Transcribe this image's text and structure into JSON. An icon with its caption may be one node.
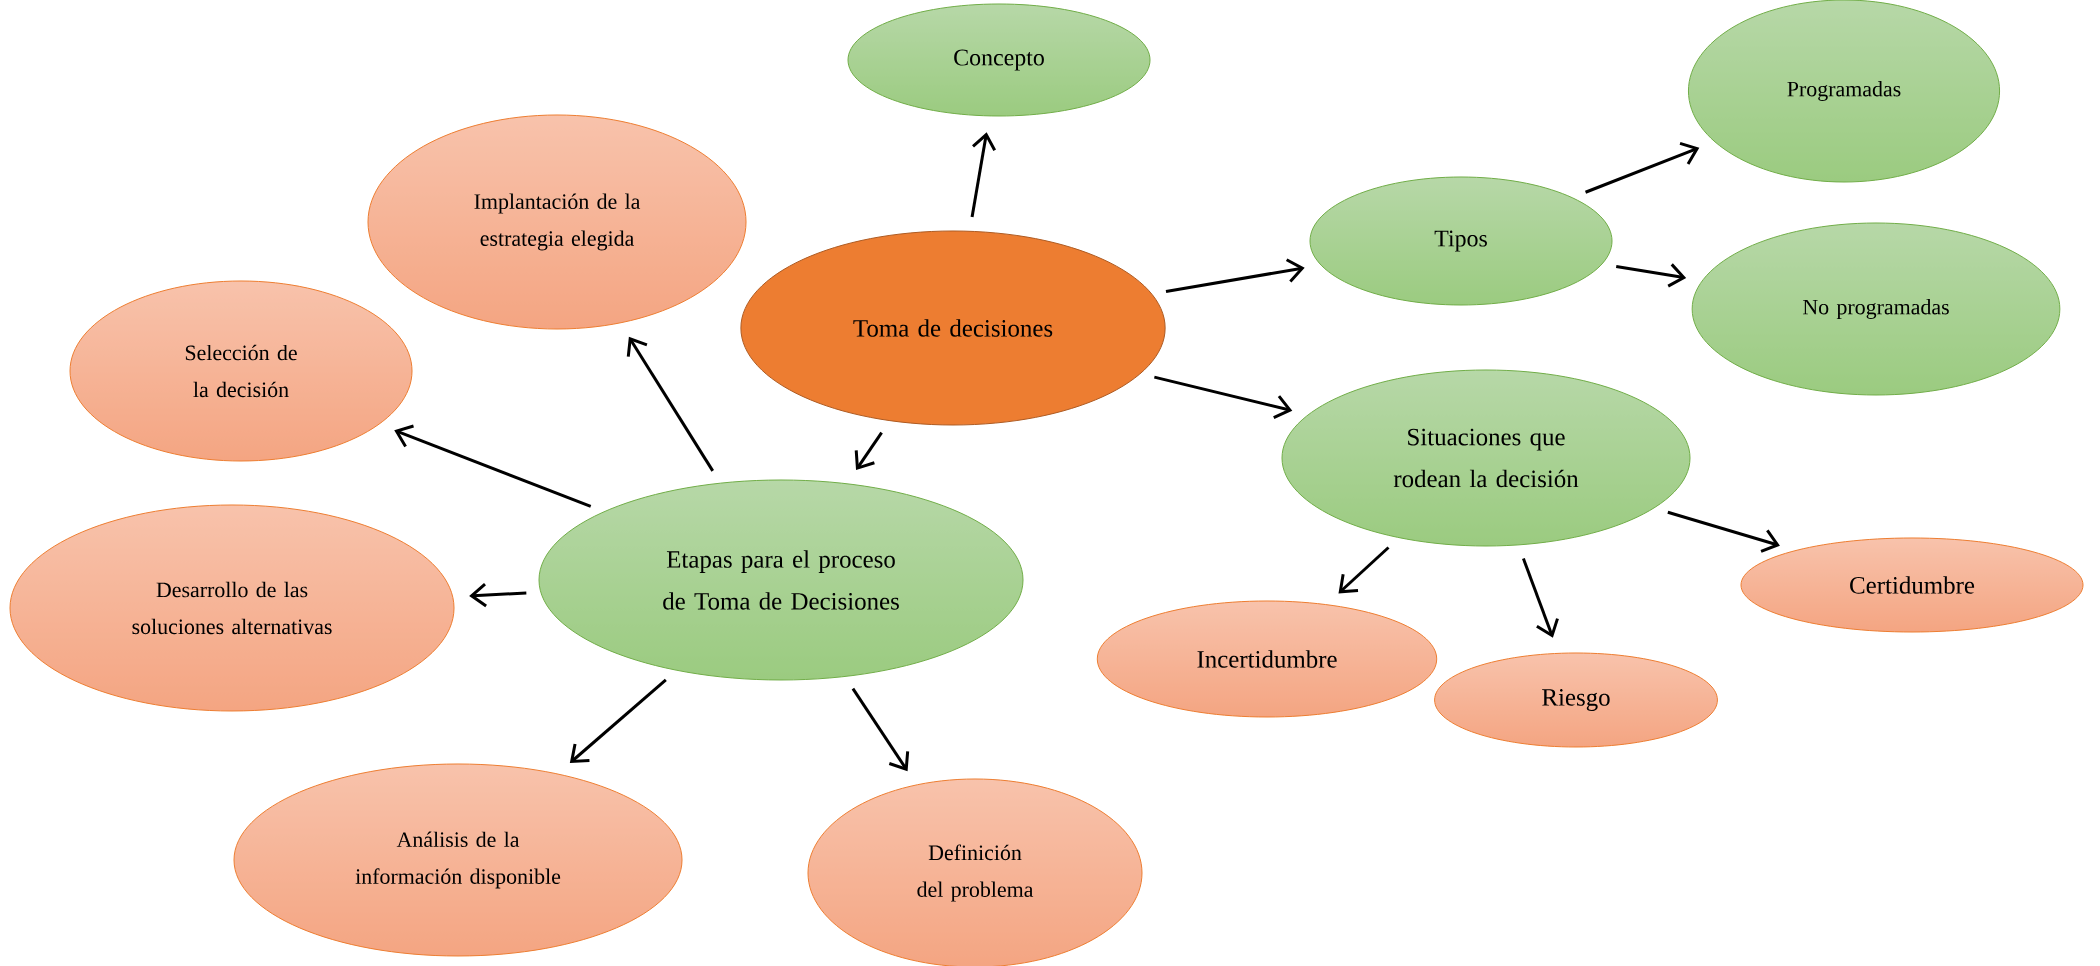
{
  "diagram": {
    "nodes": [
      {
        "text": [
          "Toma de decisiones"
        ]
      },
      {
        "text": [
          "Concepto"
        ]
      },
      {
        "text": [
          "Tipos"
        ]
      },
      {
        "text": [
          "Programadas"
        ]
      },
      {
        "text": [
          "No programadas"
        ]
      },
      {
        "text": [
          "Situaciones que rodean la decisión"
        ]
      },
      {
        "text": [
          "Incertidumbre"
        ]
      },
      {
        "text": [
          "Riesgo"
        ]
      },
      {
        "text": [
          "Certidumbre"
        ]
      },
      {
        "text": [
          "Etapas para el proceso de Toma de Decisiones"
        ]
      },
      {
        "text": [
          "Implantación de la estrategia elegida"
        ]
      },
      {
        "text": [
          "Selección de la decisión"
        ]
      },
      {
        "text": [
          "Desarrollo de las soluciones alternativas"
        ]
      },
      {
        "text": [
          "Análisis de la información disponible"
        ]
      },
      {
        "text": [
          "Definición del problema"
        ]
      }
    ],
    "edges": [
      {
        "from": 0,
        "to": 1,
        "arrow": "to"
      },
      {
        "from": 0,
        "to": 2,
        "arrow": "to"
      },
      {
        "from": 0,
        "to": 5,
        "arrow": "to"
      },
      {
        "from": 0,
        "to": 9,
        "arrow": "to"
      },
      {
        "from": 2,
        "to": 3,
        "arrow": "to"
      },
      {
        "from": 2,
        "to": 4,
        "arrow": "to"
      },
      {
        "from": 5,
        "to": 6,
        "arrow": "to"
      },
      {
        "from": 5,
        "to": 7,
        "arrow": "to"
      },
      {
        "from": 5,
        "to": 8,
        "arrow": "to"
      },
      {
        "from": 9,
        "to": 10,
        "arrow": "to"
      },
      {
        "from": 9,
        "to": 11,
        "arrow": "to"
      },
      {
        "from": 9,
        "to": 12,
        "arrow": "to"
      },
      {
        "from": 9,
        "to": 13,
        "arrow": "to"
      },
      {
        "from": 9,
        "to": 14,
        "arrow": "to"
      }
    ]
  }
}
